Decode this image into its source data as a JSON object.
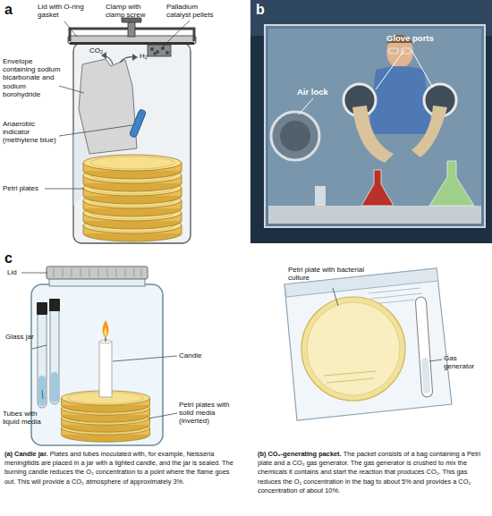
{
  "diagram": {
    "labels": [
      "a",
      "Lid with O-ring gasket",
      "Clamp with clamp screw",
      "Palladium catalyst pellets",
      "Envelope containing sodium bicarbonate and sodium borohydride",
      "CO₂",
      "H₂",
      "Anaerobic indicator (methylene blue)",
      "Petri plates",
      "b",
      "Glove ports",
      "Air lock",
      "c",
      "Lid",
      "Glass jar",
      "Candle",
      "Tubes with liquid media",
      "Petri plates with solid media (inverted)",
      "(a) Candle jar.",
      "Plates and tubes inoculated with, for example, Neisseria meningitidis are placed in a jar with a lighted candle, and the jar is sealed. The burning candle reduces the O₂ concentration to a point where the flame goes out. This will provide a CO₂ atmosphere of approximately 3%.",
      "Petri plate with bacterial culture",
      "Gas generator",
      "(b) CO₂-generating packet.",
      "The packet consists of a bag containing a Petri plate and a CO₂ gas generator. The gas generator is crushed to mix the chemicals it contains and start the reaction that produces CO₂. This gas reduces the O₂ concentration in the bag to about 5% and provides a CO₂ concentration of about 10%."
    ]
  }
}
